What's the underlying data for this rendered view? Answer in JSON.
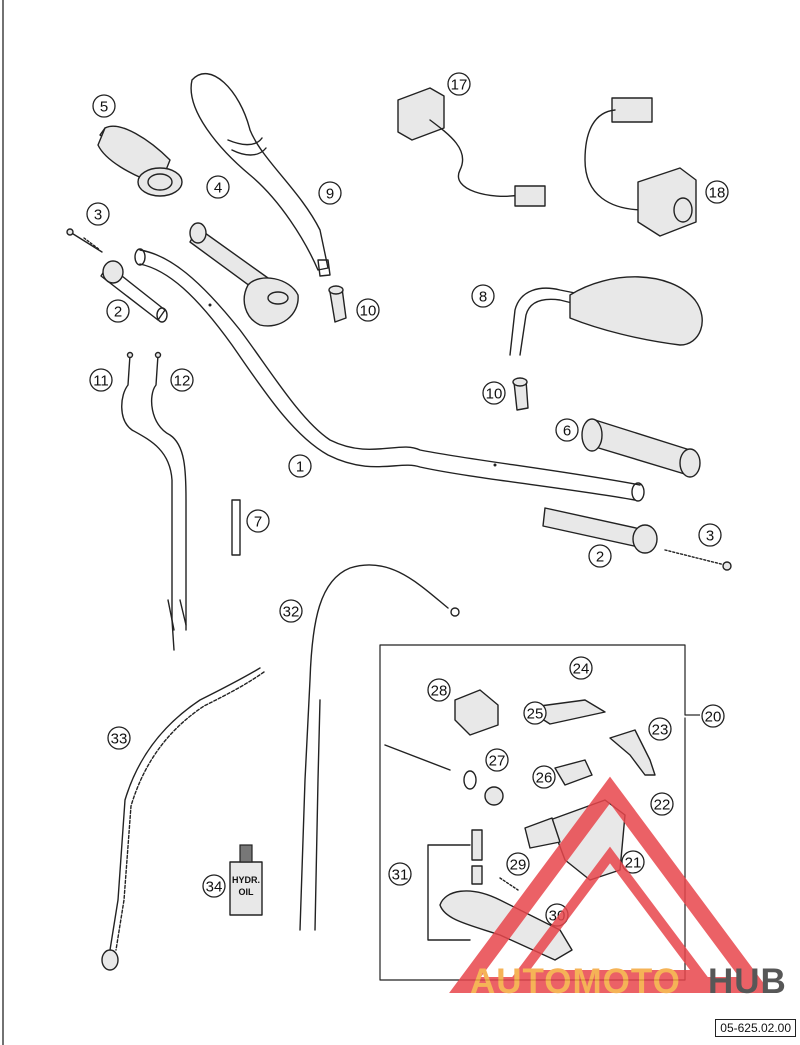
{
  "diagram": {
    "callouts": [
      {
        "id": "c1",
        "label": "1"
      },
      {
        "id": "c2a",
        "label": "2"
      },
      {
        "id": "c2b",
        "label": "2"
      },
      {
        "id": "c3a",
        "label": "3"
      },
      {
        "id": "c3b",
        "label": "3"
      },
      {
        "id": "c4",
        "label": "4"
      },
      {
        "id": "c5",
        "label": "5"
      },
      {
        "id": "c6",
        "label": "6"
      },
      {
        "id": "c7",
        "label": "7"
      },
      {
        "id": "c8",
        "label": "8"
      },
      {
        "id": "c9",
        "label": "9"
      },
      {
        "id": "c10a",
        "label": "10"
      },
      {
        "id": "c10b",
        "label": "10"
      },
      {
        "id": "c11",
        "label": "11"
      },
      {
        "id": "c12",
        "label": "12"
      },
      {
        "id": "c17",
        "label": "17"
      },
      {
        "id": "c18",
        "label": "18"
      },
      {
        "id": "c20",
        "label": "20"
      },
      {
        "id": "c21",
        "label": "21"
      },
      {
        "id": "c22",
        "label": "22"
      },
      {
        "id": "c23",
        "label": "23"
      },
      {
        "id": "c24",
        "label": "24"
      },
      {
        "id": "c25",
        "label": "25"
      },
      {
        "id": "c26",
        "label": "26"
      },
      {
        "id": "c27",
        "label": "27"
      },
      {
        "id": "c28",
        "label": "28"
      },
      {
        "id": "c29",
        "label": "29"
      },
      {
        "id": "c30",
        "label": "30"
      },
      {
        "id": "c31",
        "label": "31"
      },
      {
        "id": "c32",
        "label": "32"
      },
      {
        "id": "c33",
        "label": "33"
      },
      {
        "id": "c34",
        "label": "34"
      }
    ],
    "bottle_label": [
      "HYDR.",
      "OIL"
    ],
    "diagram_id": "05-625.02.00"
  },
  "watermark": {
    "part1": "AUTOMOTO",
    "part2": "HUB",
    "color1": "#f4a63a",
    "color2": "#3a3a3a",
    "triangle_color": "#e8464c"
  }
}
